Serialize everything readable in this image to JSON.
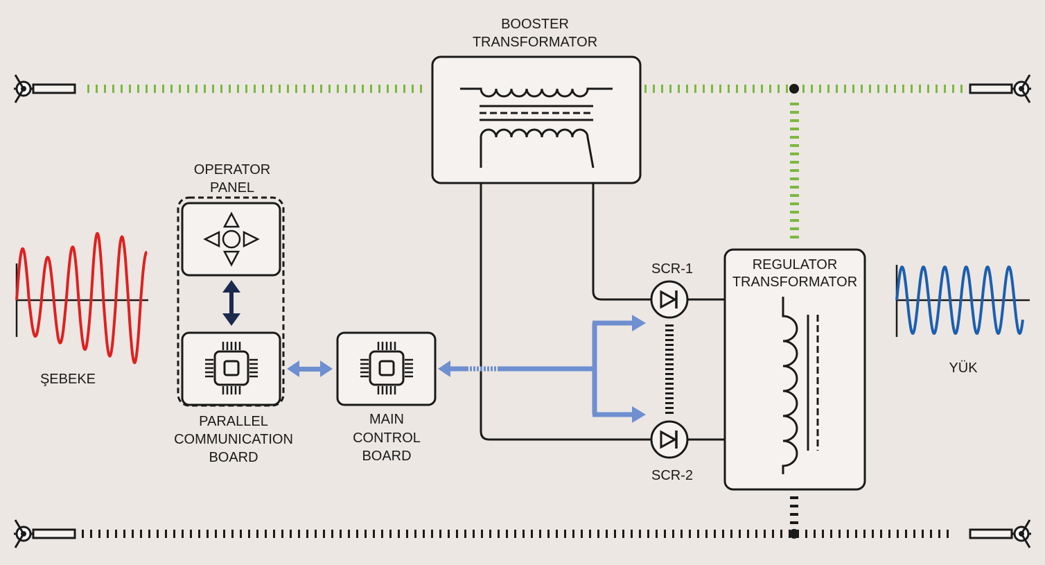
{
  "labels": {
    "booster_line1": "BOOSTER",
    "booster_line2": "TRANSFORMATOR",
    "operator_line1": "OPERATOR",
    "operator_line2": "PANEL",
    "parallel_line1": "PARALLEL",
    "parallel_line2": "COMMUNICATION",
    "parallel_line3": "BOARD",
    "main_line1": "MAIN",
    "main_line2": "CONTROL",
    "main_line3": "BOARD",
    "regulator_line1": "REGULATOR",
    "regulator_line2": "TRANSFORMATOR",
    "scr1": "SCR-1",
    "scr2": "SCR-2",
    "source": "ŞEBEKE",
    "load": "YÜK"
  },
  "icons": {
    "operator_panel": "directional-pad-icon",
    "parallel_board": "microchip-icon",
    "main_board": "microchip-icon",
    "plugs": "plug-connector-icon"
  },
  "colors": {
    "background": "#ece7e3",
    "box_fill": "#f5f2ef",
    "line": "#1a1a1a",
    "phase_dash": "#7cb83e",
    "signal_arrow": "#6e8fd0",
    "dark_arrow": "#1c2a4f",
    "source_wave": "#e02020",
    "load_wave": "#1a5fb0"
  }
}
